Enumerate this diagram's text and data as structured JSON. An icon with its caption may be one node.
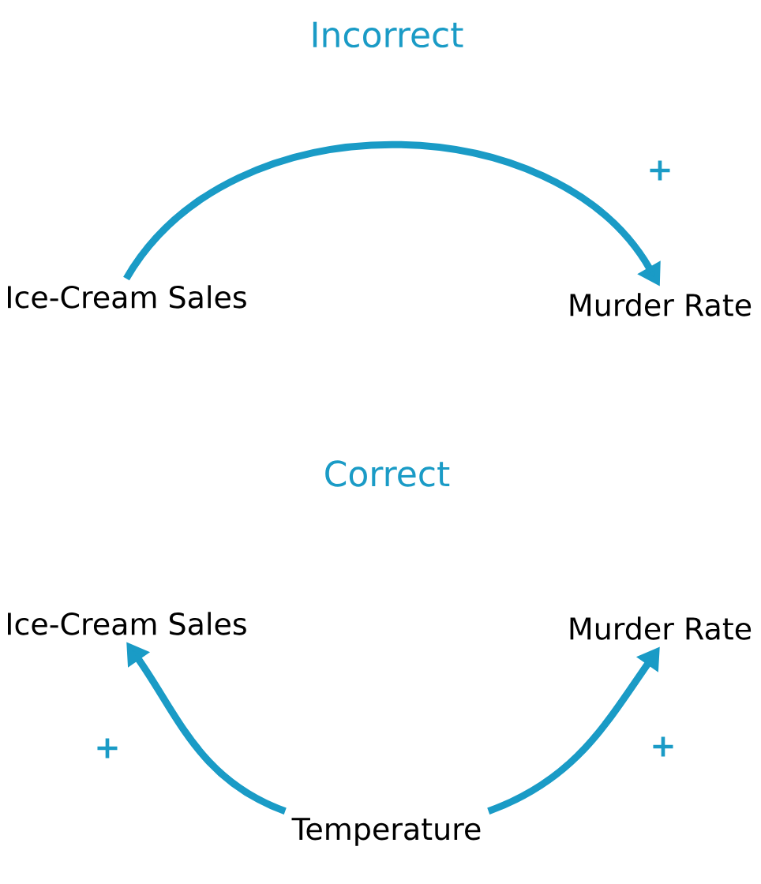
{
  "diagram": {
    "nodes": [
      {
        "text": [
          "Ice-Cream Sales"
        ]
      },
      {
        "text": [
          "Murder Rate"
        ]
      },
      {
        "text": [
          "Ice-Cream Sales"
        ]
      },
      {
        "text": [
          "Murder Rate"
        ]
      },
      {
        "text": [
          "Temperature"
        ]
      }
    ],
    "edges": [
      {
        "from": 0,
        "to": 1,
        "arrow": "to",
        "label": "+"
      },
      {
        "from": 4,
        "to": 2,
        "arrow": "to",
        "label": "+"
      },
      {
        "from": 4,
        "to": 3,
        "arrow": "to",
        "label": "+"
      }
    ],
    "labels": [
      "Incorrect",
      "Correct"
    ]
  }
}
